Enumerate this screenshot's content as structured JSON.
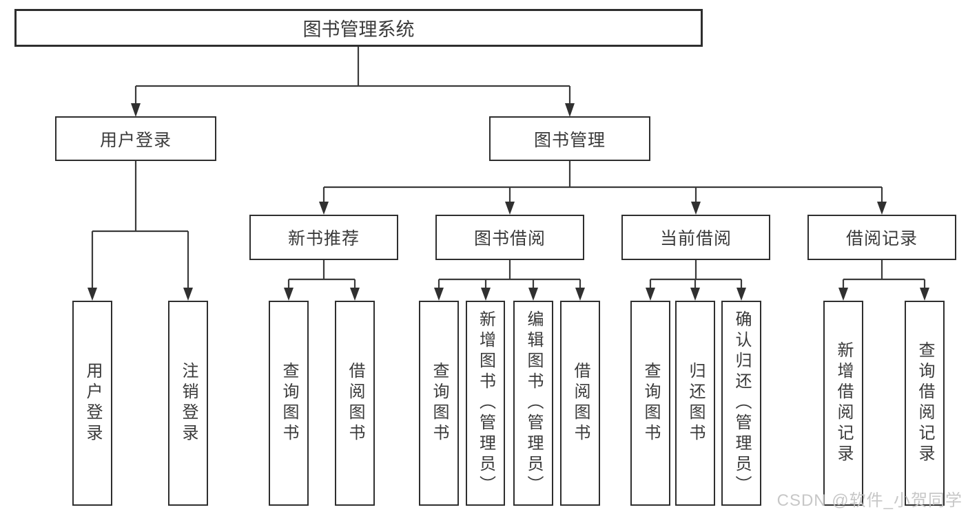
{
  "diagram_type": "hierarchy-tree",
  "tree": {
    "label": "图书管理系统",
    "children": [
      {
        "label": "用户登录",
        "children": [
          {
            "label": "用户登录"
          },
          {
            "label": "注销登录"
          }
        ]
      },
      {
        "label": "图书管理",
        "children": [
          {
            "label": "新书推荐",
            "children": [
              {
                "label": "查询图书"
              },
              {
                "label": "借阅图书"
              }
            ]
          },
          {
            "label": "图书借阅",
            "children": [
              {
                "label": "查询图书"
              },
              {
                "label": "新增图书（管理员）"
              },
              {
                "label": "编辑图书（管理员）"
              },
              {
                "label": "借阅图书"
              }
            ]
          },
          {
            "label": "当前借阅",
            "children": [
              {
                "label": "查询图书"
              },
              {
                "label": "归还图书"
              },
              {
                "label": "确认归还（管理员）"
              }
            ]
          },
          {
            "label": "借阅记录",
            "children": [
              {
                "label": "新增借阅记录"
              },
              {
                "label": "查询借阅记录"
              }
            ]
          }
        ]
      }
    ]
  },
  "watermark": "CSDN @软件_小贺同学",
  "colors": {
    "line": "#3a3a3a",
    "arrow": "#303030",
    "box_border": "#2e2e2e",
    "box_fill": "#ffffff",
    "text": "#3a3a3a",
    "watermark": "#c3c3c3"
  }
}
